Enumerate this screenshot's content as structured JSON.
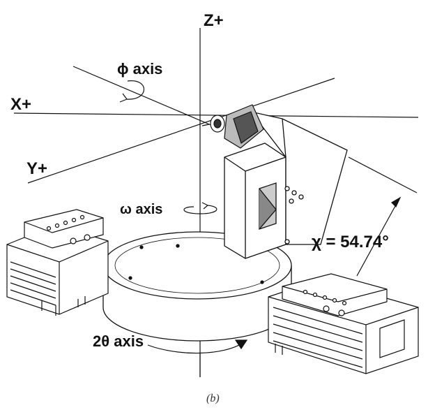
{
  "labels": {
    "z_axis": "Z+",
    "phi_axis": "ϕ axis",
    "x_axis": "X+",
    "y_axis": "Y+",
    "omega_axis": "ω axis",
    "chi": "χ = 54.74°",
    "two_theta_axis": "2θ axis"
  },
  "caption": "(b)"
}
